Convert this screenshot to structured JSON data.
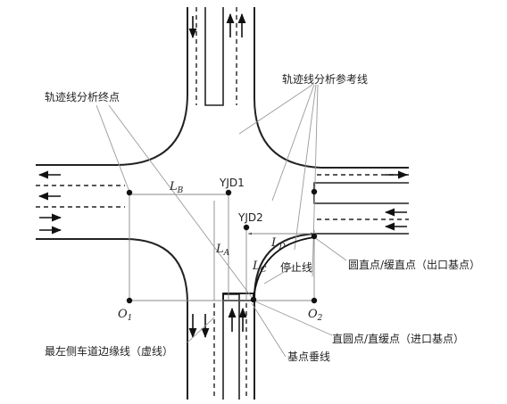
{
  "labels": {
    "trajectory_end": "轨迹线分析终点",
    "trajectory_ref": "轨迹线分析参考线",
    "yjd1": "YJD1",
    "yjd2": "YJD2",
    "stop_line": "停止线",
    "exit_base": "圆直点/缓直点（出口基点）",
    "entry_base": "直圆点/直缓点（进口基点）",
    "base_perp": "基点垂线",
    "left_lane_edge": "最左侧车道边缘线（虚线）",
    "o1_main": "O",
    "o1_sub": "1",
    "o2_main": "O",
    "o2_sub": "2",
    "lb_main": "L",
    "lb_sub": "B",
    "la_main": "L",
    "la_sub": "A",
    "lc_main": "L",
    "lc_sub": "C",
    "ld_main": "L",
    "ld_sub": "D"
  },
  "colors": {
    "road": "#222222",
    "leader": "#9a9a9a"
  }
}
